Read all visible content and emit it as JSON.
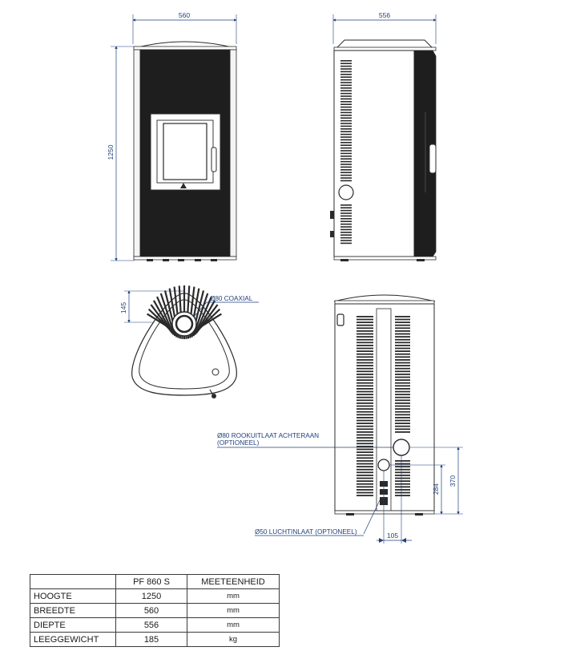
{
  "dimensions": {
    "front_width": "560",
    "side_depth": "556",
    "height": "1250",
    "top_offset": "145",
    "rear_outlet_height": "370",
    "rear_inlet_height": "284",
    "rear_offset": "105"
  },
  "callouts": {
    "top_outlet": "Ø80 COAXIAL",
    "rear_outlet_line1": "Ø80 ROOKUITLAAT ACHTERAAN",
    "rear_outlet_line2": "(OPTIONEEL)",
    "air_inlet": "Ø50 LUCHTINLAAT (OPTIONEEL)"
  },
  "spec_table": {
    "columns": [
      "",
      "PF 860 S",
      "MEETEENHEID"
    ],
    "rows": [
      {
        "label": "HOOGTE",
        "value": "1250",
        "unit": "mm"
      },
      {
        "label": "BREEDTE",
        "value": "560",
        "unit": "mm"
      },
      {
        "label": "DIEPTE",
        "value": "556",
        "unit": "mm"
      },
      {
        "label": "LEEGGEWICHT",
        "value": "185",
        "unit": "kg"
      }
    ]
  },
  "colors": {
    "dimension_line": "#1f3f7a",
    "outline": "#2a2a2a",
    "panel_fill": "#1e1e1e"
  }
}
